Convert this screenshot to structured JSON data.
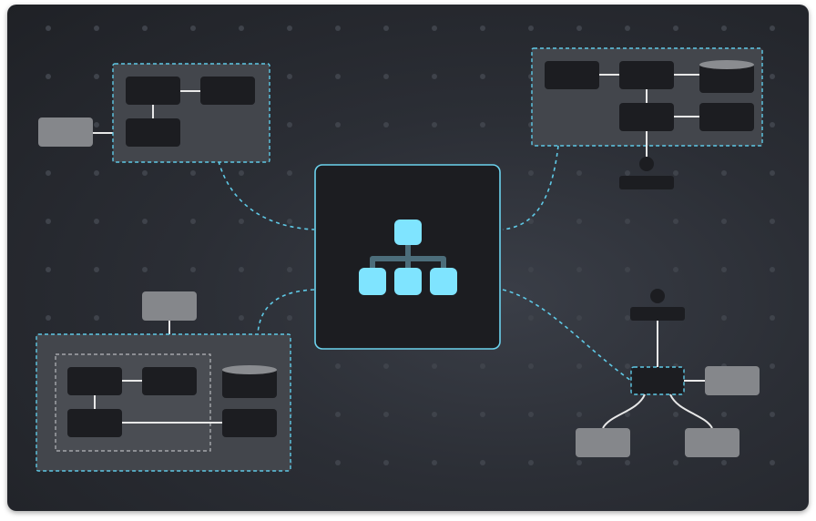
{
  "diagram": {
    "center_icon": "org-chart-icon",
    "modules": [
      {
        "id": "top-left-module",
        "icon": "flowchart-icon"
      },
      {
        "id": "top-right-module",
        "icon": "database-flow-icon"
      },
      {
        "id": "bottom-left-module",
        "icon": "nested-flow-icon"
      },
      {
        "id": "bottom-right-module",
        "icon": "branch-tree-icon"
      }
    ]
  },
  "colors": {
    "background": "#2b2e35",
    "accent": "#7fe4ff",
    "accent_border": "#6cd3ee",
    "node_dark": "#1c1d21",
    "node_gray": "#85878b",
    "module_fill": "#43464c",
    "connector": "#5fc9e6",
    "line": "#e8e8e8"
  }
}
